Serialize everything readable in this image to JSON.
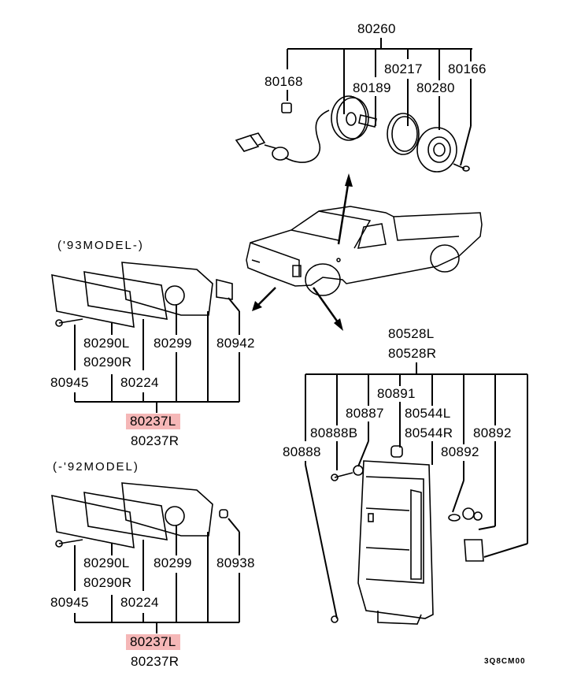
{
  "diagram": {
    "type": "parts-exploded-view",
    "highlight_color": "#f5b7b7",
    "drawing_code": "3Q8CM00",
    "top_assembly": {
      "parent": "80260",
      "parts": [
        "80168",
        "80189",
        "80217",
        "80166",
        "80280"
      ]
    },
    "model_93": {
      "title": "('93MODEL-)",
      "assembly": [
        "80237L",
        "80237R"
      ],
      "parts": [
        "80290L",
        "80290R",
        "80299",
        "80942",
        "80945",
        "80224"
      ],
      "highlighted": "80237L"
    },
    "model_92": {
      "title": "(-'92MODEL)",
      "assembly": [
        "80237L",
        "80237R"
      ],
      "parts": [
        "80290L",
        "80290R",
        "80299",
        "80938",
        "80945",
        "80224"
      ],
      "highlighted": "80237L"
    },
    "combo_lamp": {
      "assembly": [
        "80528L",
        "80528R"
      ],
      "parts": [
        "80891",
        "80887",
        "80544L",
        "80544R",
        "80888B",
        "80892",
        "80888",
        "80892"
      ]
    }
  }
}
